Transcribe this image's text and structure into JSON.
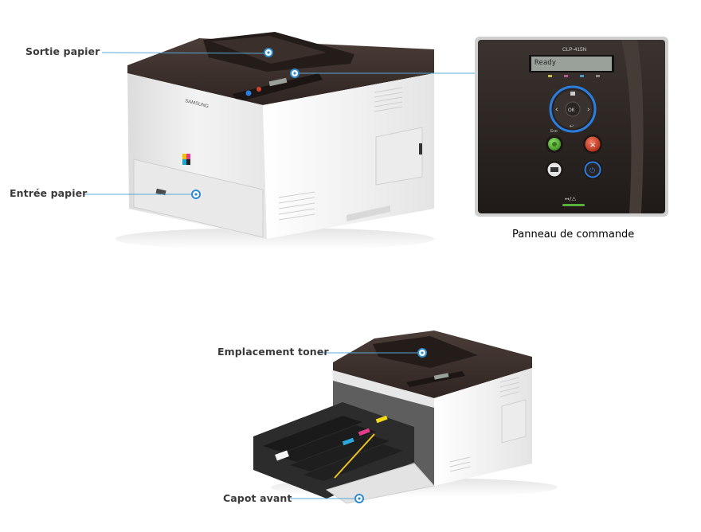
{
  "callouts": {
    "paper_output": "Sortie papier",
    "paper_input": "Entrée papier",
    "toner_slot": "Emplacement toner",
    "front_cover": "Capot avant"
  },
  "control_panel": {
    "caption": "Panneau de commande",
    "model": "CLP-415N",
    "lcd_text": "Ready",
    "ok_label": "OK",
    "eco_label": "Eco"
  },
  "printer": {
    "brand": "SAMSUNG"
  },
  "colors": {
    "leader_line": "#5aa7d8",
    "marker": "#2e8bd0",
    "printer_top": "#3d302c",
    "printer_body": "#eeeeee",
    "panel_bg": "#2a2422",
    "lcd": "#9aa19a",
    "green_button": "#58b13a",
    "red_button": "#d2432c",
    "power_ring": "#2b7de0"
  }
}
